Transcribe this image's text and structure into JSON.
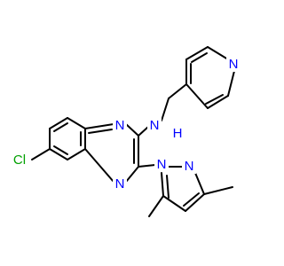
{
  "molecule": {
    "atom_labels": {
      "cl": "Cl",
      "n_quinox_top": "N",
      "n_quinox_bottom": "N",
      "nh_amine": "N",
      "h_amine": "H",
      "n_pyridine": "N",
      "n_pyrazole_1": "N",
      "n_pyrazole_2": "N"
    },
    "colors": {
      "bond": "#000000",
      "nitrogen": "#0000ff",
      "chlorine": "#00a000",
      "background": "#ffffff"
    }
  }
}
